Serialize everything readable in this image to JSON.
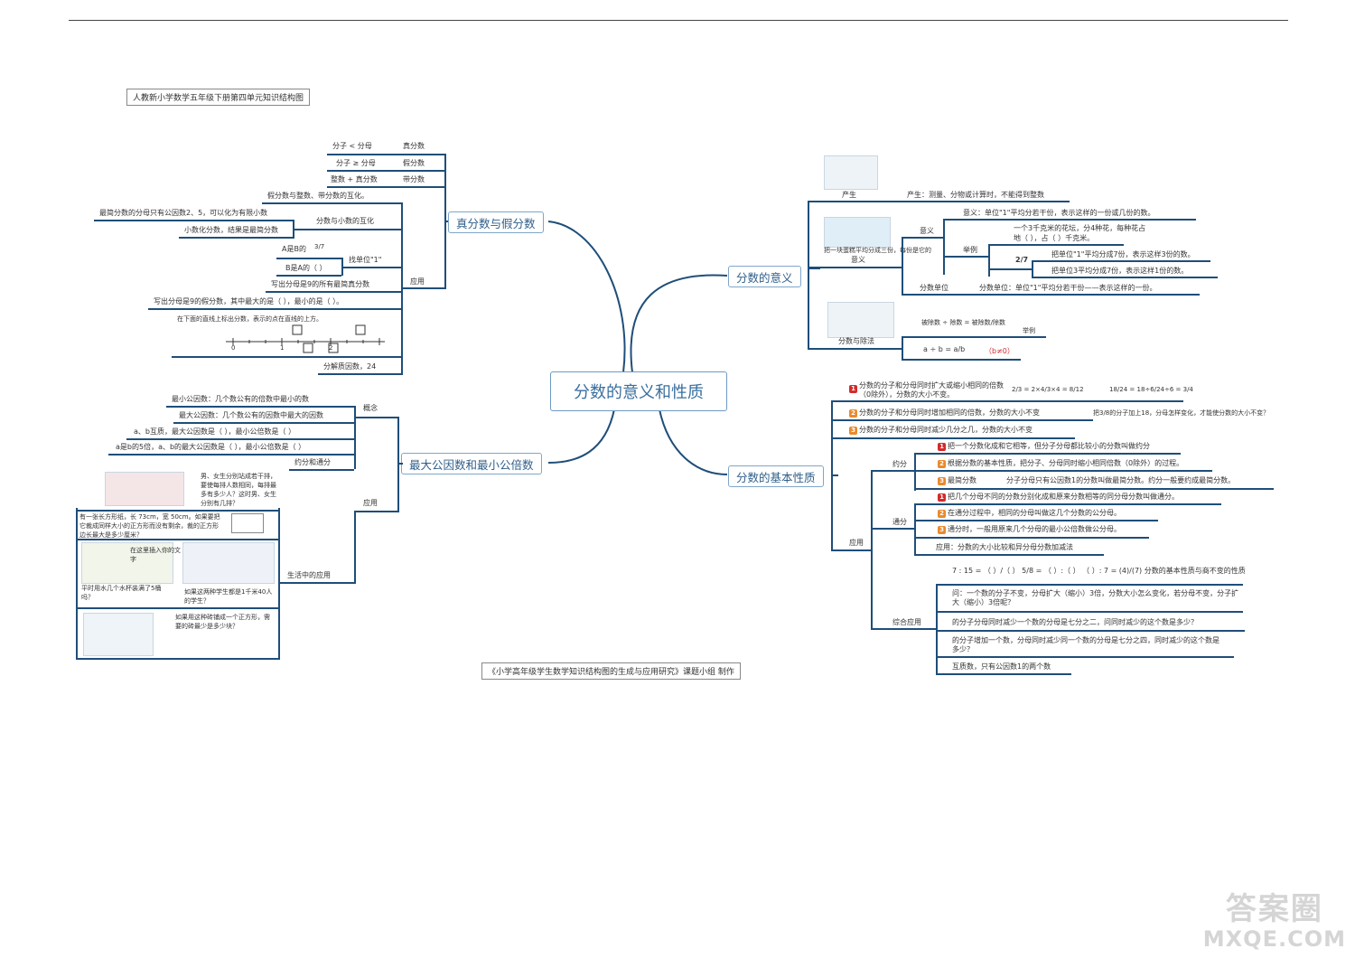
{
  "doc": {
    "title_box": "人教新小学数学五年级下册第四单元知识结构图",
    "footer_box": "《小学高年级学生数学知识结构图的生成与应用研究》课题小组 制作"
  },
  "central": "分数的意义和性质",
  "topics": {
    "meaning": "分数的意义",
    "basic": "分数的基本性质",
    "proper": "真分数与假分数",
    "gcd_lcm": "最大公因数和最小公倍数"
  },
  "meaning": {
    "origin_label": "产生",
    "origin_text": "产生：测量、分物或计算时，不能得到整数",
    "meaning_label": "意义",
    "meaning_img_caption": "把一块蛋糕平均分成三份，每份是它的",
    "meaning_sub": "意义",
    "meaning_def": "意义：单位\"1\"平均分若干份，表示这样的一份或几份的数。",
    "example_label": "举例",
    "example1": "一个3千克米的花坛，分4种花，每种花占",
    "example1b": "地（ ），占（ ）千克米。",
    "example_frac": "2/7",
    "example2": "把单位\"1\"平均分成7份，表示这样3份的数。",
    "example3": "把单位3平均分成7份，表示这样1份的数。",
    "unit_label": "分数单位",
    "unit_text": "分数单位：单位\"1\"平均分若干份——表示这样的一份。",
    "division_label": "分数与除法",
    "division_formula": "被除数 ÷ 除数 = 被除数/除数",
    "division_label2": "举例",
    "division_formula2": "a ÷ b = a/b",
    "division_cond": "（b≠0）"
  },
  "basic": {
    "p1": "分数的分子和分母同时扩大或缩小相同的倍数（0除外），分数的大小不变。",
    "p1_formula": "2/3 = 2×4/3×4 = 8/12",
    "p1_formula2": "18/24 = 18÷6/24÷6 = 3/4",
    "p2": "分数的分子和分母同时增加相同的倍数，分数的大小不变",
    "p2_note": "把3/8的分子加上18，分母怎样变化，才能使分数的大小不变？",
    "p3": "分数的分子和分母同时减少几分之几，分数的大小不变",
    "apply_label": "应用",
    "reduce_label": "约分",
    "r1": "把一个分数化成和它相等，但分子分母都比较小的分数叫做约分",
    "r2": "根据分数的基本性质，把分子、分母同时缩小相同倍数（0除外）的过程。",
    "r3": "最简分数",
    "r3b": "分子分母只有公因数1的分数叫做最简分数。约分一般要约成最简分数。",
    "common_label": "通分",
    "c1": "把几个分母不同的分数分别化成和原来分数相等的同分母分数叫做通分。",
    "c2": "在通分过程中，相同的分母叫做这几个分数的公分母。",
    "c3": "通分时，一般用原来几个分母的最小公倍数做公分母。",
    "c4": "应用：分数的大小比较和异分母分数加减法",
    "combo_label": "综合应用",
    "q0": "7 : 15 = （ ）/（ ）  5/8 = （ ）:（ ）  （ ）: 7 = (4)/(7)  分数的基本性质与商不变的性质",
    "q1": "问：一个数的分子不变，分母扩大（缩小）3倍，分数大小怎么变化，若分母不变，分子扩大（缩小）3倍呢？",
    "q2": "的分子分母同时减少一个数的分母是七分之二，问同时减少的这个数是多少？",
    "q3": "的分子增加一个数，分母同时减少同一个数的分母是七分之四，同时减少的这个数是多少？",
    "q4": "互质数，只有公因数1的两个数"
  },
  "proper": {
    "r1a": "分子 < 分母",
    "r1b": "真分数",
    "r2a": "分子 ≥ 分母",
    "r2b": "假分数",
    "r3a": "整数 + 真分数",
    "r3b": "带分数",
    "r4": "假分数与整数、带分数的互化。",
    "r5": "最简分数的分母只有公因数2、5，可以化为有限小数",
    "r5b": "分数与小数的互化",
    "r6": "小数化分数，结果是最简分数",
    "r7a": "A是B的",
    "r7frac": "3/7",
    "r7b": "B是A的（ ）",
    "r7c": "找单位\"1\"",
    "r8": "写出分母是9的所有最简真分数",
    "r9": "写出分母是9的假分数，其中最大的是（ ），最小的是（ ）。",
    "r10": "在下面的直线上标出分数，表示的点在直线的上方。",
    "r11": "分解质因数，24",
    "apply_label": "应用"
  },
  "gcd": {
    "concept_label": "概念",
    "c1": "最小公因数：几个数公有的倍数中最小的数",
    "c2": "最大公因数：几个数公有的因数中最大的因数",
    "c3": "a、b互质，最大公因数是（ ），最小公倍数是（ ）",
    "c4": "a是b的5倍，a、b的最大公因数是（ ），最小公倍数是（ ）",
    "c5": "约分和通分",
    "apply_label": "应用",
    "life_label": "生活中的应用",
    "panel1": "男、女生分别站成若干排，要使每排人数相同，每排最多有多少人？这时男、女生分别有几排？",
    "panel2": "有一张长方形纸，长 73cm，宽 50cm。如果要把它裁成同样大小的正方形而没有剩余，裁的正方形边长最大是多少厘米？",
    "panel3a": "在这里插入你的文字",
    "panel3b": "平时用水几个水杯装满了5桶吗？",
    "panel3c": "如果这两种学生都是1千米40人的学生？",
    "panel4": "如果用这种砖铺成一个正方形，需要的砖最少是多少块？"
  },
  "number_line": {
    "ticks": [
      "0",
      "1",
      "2"
    ]
  },
  "watermark": {
    "top": "答案圈",
    "bottom": "MXQE.COM"
  },
  "colors": {
    "branch": "#1f4e79",
    "topic_border": "#7fa6c9",
    "topic_text": "#2f5f8a",
    "badge_red": "#d22b2b",
    "badge_orange": "#e98a2c"
  }
}
